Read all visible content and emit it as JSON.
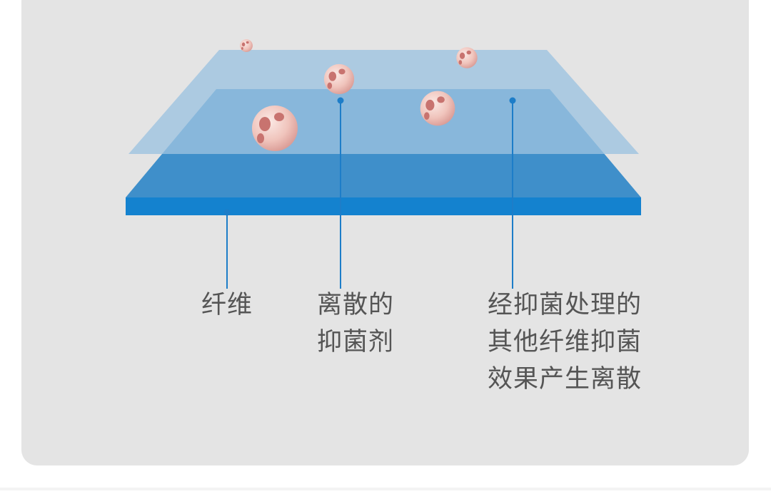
{
  "colors": {
    "panel_bg": "#e4e4e4",
    "upper_layer": "#a0c5de",
    "middle_layer": "#5fa4d4",
    "fiber_top": "#3f8fca",
    "fiber_front": "#1482cf",
    "leader_line": "#1d7dc8",
    "label_text": "#555555",
    "particle": "#f3cfc8",
    "particle_spot": "#c8736f"
  },
  "labels": {
    "fiber": [
      "纤维"
    ],
    "dispersed_antibacterial": [
      "离散的",
      "抑菌剂"
    ],
    "treated_fibers": [
      "经抑菌处理的",
      "其他纤维抑菌",
      "效果产生离散"
    ]
  }
}
